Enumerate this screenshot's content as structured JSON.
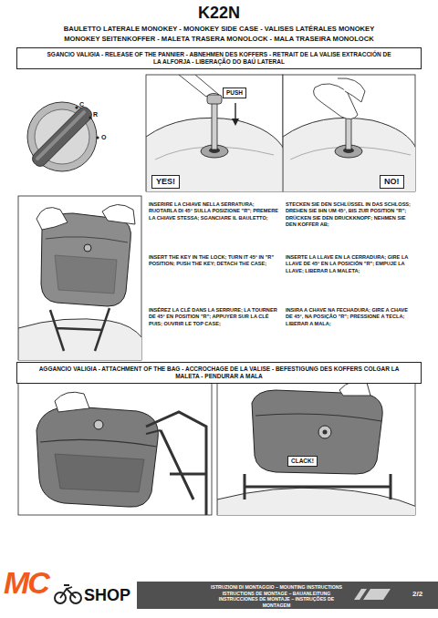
{
  "diagram": {
    "title": "K22N",
    "nodes": [
      {
        "text": [
          "SGANCIO VALIGIA - RELEASE OF THE PANNIER - ABNEHMEN DES KOFFERS - RETRAIT DE LA VALISE EXTRACCIÓN DE LA ALFORJA - LIBERAÇÃO DO BAÚ LATERAL"
        ]
      },
      {
        "text": [
          "PUSH"
        ]
      },
      {
        "text": [
          "YES!"
        ]
      },
      {
        "text": [
          "NO!"
        ]
      },
      {
        "text": [
          "AGGANCIO VALIGIA - ATTACHMENT OF THE BAG - ACCROCHAGE DE LA VALISE - BEFESTIGUNG DES KOFFERS COLGAR LA MALETA - PENDURAR A MALA"
        ]
      },
      {
        "text": [
          "CLACK!"
        ]
      },
      {
        "text": [
          "ISTRUZIONI DI MONTAGGIO – MOUNTING INSTRUCTIONS ISTRUCTIONS DE MONTAGE – BAUANLEITUNG INSTRUCCIONES DE MONTAJE – INSTRUÇÕES DE MONTAGEM"
        ]
      }
    ],
    "labels": [
      "BAULETTO LATERALE MONOKEY - MONOKEY SIDE CASE - VALISES LATÉRALES MONOKEY",
      "MONOKEY SEITENKOFFER - MALETA TRASERA MONOLOCK - MALA TRASEIRA MONOLOCK",
      "C",
      "R",
      "O",
      "INSERIRE LA CHIAVE NELLA SERRATURA; RUOTARLA DI 45° SULLA POSIZIONE \"R\"; PREMERE LA CHIAVE STESSA; SGANCIARE IL BAULETTO;",
      "INSERT THE KEY IN THE LOCK; TURN IT 45° IN \"R\" POSITION; PUSH THE KEY; DETACH THE CASE;",
      "INSÉREZ LA CLÉ DANS LA SERRURE; LA TOURNER DE 45° EN POSITION \"R\"; APPUYER SUR LA CLÉ PUIS; OUVRIR LE TOP CASE;",
      "STECKEN SIE DEN SCHLÜSSEL IN DAS SCHLOSS; DREHEN SIE IHN UM 45°, BIS ZUR POSITION \"R\"; DRÜCKEN SIE DEN DRUCKKNOPF; NEHMEN SIE DEN KOFFER AB;",
      "INSERTE LA LLAVE EN LA CERRADURA; GIRE LA LLAVE DE 45° EN LA POSICIÓN \"R\"; EMPUJE LA LLAVE; LIBERAR LA MALETA;",
      "INSIRA A CHAVE NA FECHADURA; GIRE A CHAVE DE 45°, NA POSIÇÃO \"R\"; PRESSIONE A TECLA; LIBERAR A MALA;",
      "MC",
      "SHOP",
      "2/2"
    ]
  }
}
